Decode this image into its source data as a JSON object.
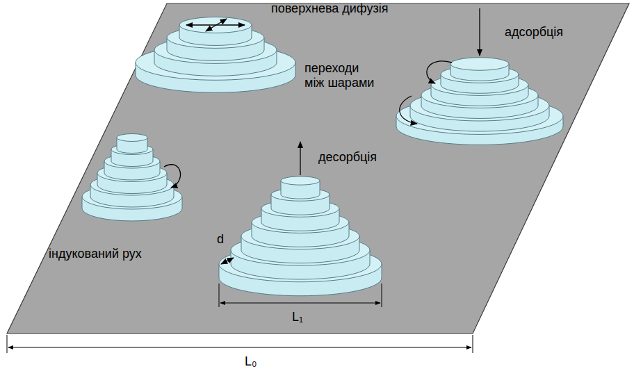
{
  "diagram": {
    "labels": [
      "поверхнева дифузія",
      "адсорбція",
      "переходи між шарами",
      "десорбція",
      "індукований рух",
      "d",
      "L₁",
      "L₀"
    ]
  }
}
